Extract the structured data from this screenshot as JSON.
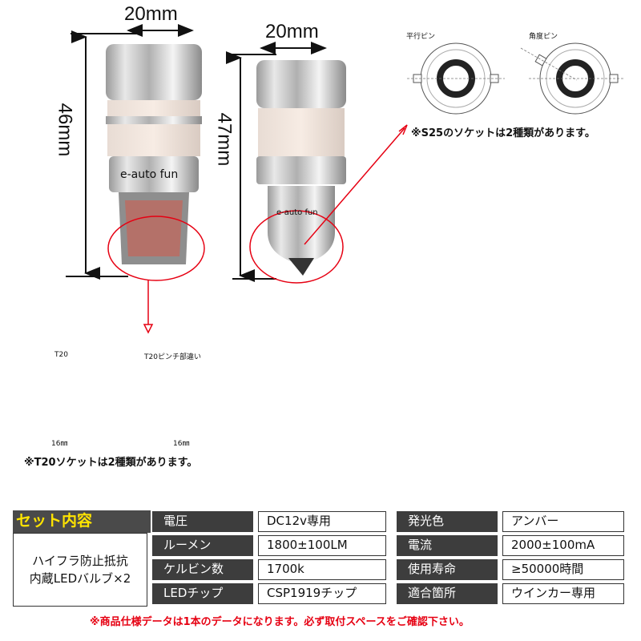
{
  "dims": {
    "left_width": "20mm",
    "left_height": "46mm",
    "right_width": "20mm",
    "right_height": "47mm"
  },
  "brand": {
    "left": "e-auto fun",
    "right": "e-auto fun"
  },
  "s25": {
    "label_parallel": "平行ピン",
    "label_angle": "角度ピン",
    "note": "※S25のソケットは2種類があります。"
  },
  "t20": {
    "label_a": "T20",
    "label_b": "T20ピンチ部違い",
    "width_a": "16㎜",
    "width_b": "16㎜",
    "note": "※T20ソケットは2種類があります。"
  },
  "set": {
    "title": "セット内容",
    "line1": "ハイフラ防止抵抗",
    "line2": "内蔵LEDバルブ×2"
  },
  "specs_left": [
    {
      "label": "電圧",
      "value": "DC12v専用"
    },
    {
      "label": "ルーメン",
      "value": "1800±100LM"
    },
    {
      "label": "ケルビン数",
      "value": "1700k"
    },
    {
      "label": "LEDチップ",
      "value": "CSP1919チップ"
    }
  ],
  "specs_right": [
    {
      "label": "発光色",
      "value": "アンバー"
    },
    {
      "label": "電流",
      "value": "2000±100mA"
    },
    {
      "label": "使用寿命",
      "value": "≥50000時間"
    },
    {
      "label": "適合箇所",
      "value": "ウインカー専用"
    }
  ],
  "footer": "※商品仕様データは1本のデータになります。必ず取付スペースをご確認下さい。",
  "colors": {
    "accent_red": "#e60012",
    "label_bg": "#3d3d3d",
    "title_yellow": "#ffe400"
  }
}
